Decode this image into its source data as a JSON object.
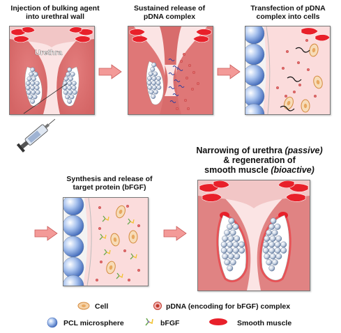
{
  "labels": {
    "step1": "Injection of bulking agent\ninto urethral wall",
    "step2": "Sustained release of\npDNA complex",
    "step3": "Transfection of pDNA\ncomplex into cells",
    "step4": "Synthesis and release of\ntarget protein (bFGF)",
    "step5_line1_a": "Narrowing of urethra ",
    "step5_line1_b": "(passive)",
    "step5_line2": "& regeneration of",
    "step5_line3_a": "smooth muscle ",
    "step5_line3_b": "(bioactive)",
    "urethra": "Urethra"
  },
  "legend": {
    "cell": "Cell",
    "pdna": "pDNA (encoding for bFGF) complex",
    "pcl": "PCL microsphere",
    "bfgf": "bFGF",
    "smooth_muscle": "Smooth muscle"
  },
  "colors": {
    "tissue": "#e07b7b",
    "background": "#fbe4e4",
    "smooth_muscle": "#e8202a",
    "microsphere": "#7aa0d8",
    "arrow": "#e9706e",
    "cell": "#e8a860"
  }
}
